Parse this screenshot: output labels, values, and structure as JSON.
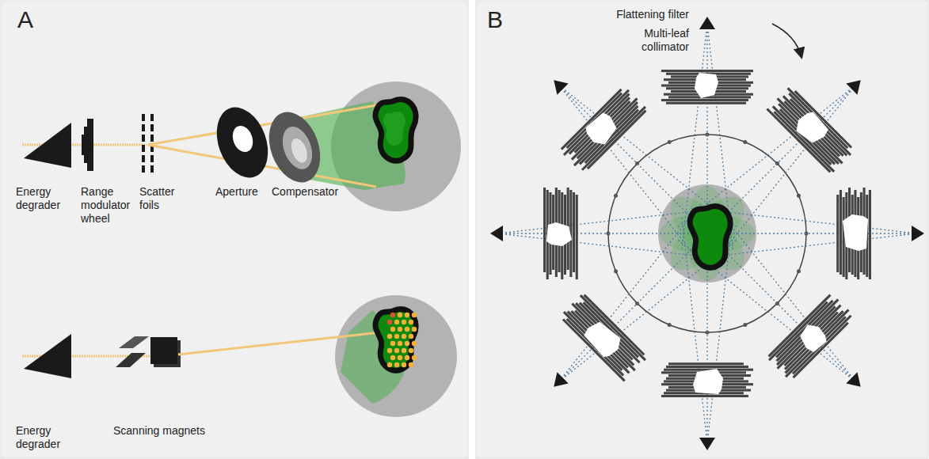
{
  "diagram": {
    "labels": [
      "A",
      "Energy degrader",
      "Range modulator wheel",
      "Scatter foils",
      "Aperture",
      "Compensator",
      "Energy degrader",
      "Scanning magnets",
      "B",
      "Flattening filter",
      "Multi-leaf collimator"
    ]
  }
}
